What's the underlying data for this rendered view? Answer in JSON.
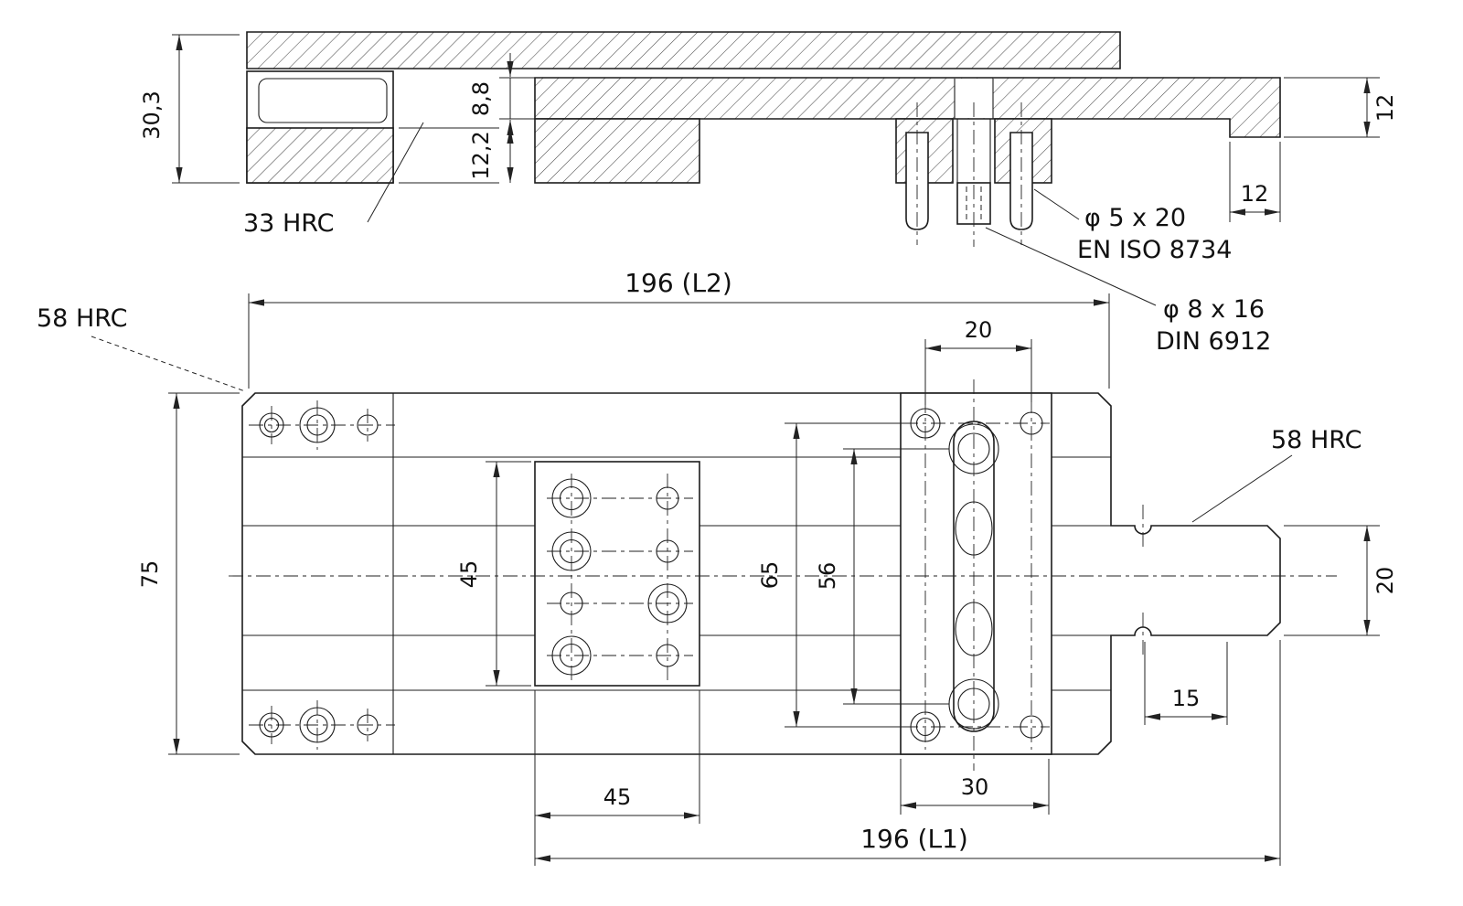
{
  "colors": {
    "line": "#1a1a1a",
    "background": "#ffffff"
  },
  "drawing": {
    "section_view": {
      "dim_overall_height": "30,3",
      "dim_plate_thickness": "8,8",
      "dim_base_thickness": "12,2",
      "dim_end_height": "12",
      "dim_end_length": "12",
      "label_hardness": "33 HRC",
      "pin_callout_size": "φ 5 x  20",
      "pin_callout_standard": "EN ISO 8734",
      "screw_callout_size": "φ  8 x 16",
      "screw_callout_standard": "DIN 6912"
    },
    "plan_view": {
      "dim_length_l2": "196 (L2)",
      "dim_hole_spacing_top": "20",
      "dim_width": "75",
      "dim_hole_field_height": "45",
      "dim_span_65": "65",
      "dim_span_56": "56",
      "dim_tongue_width": "20",
      "dim_tongue_length": "15",
      "dim_slot_spacing": "30",
      "dim_hole_field_width": "45",
      "dim_length_l1": "196 (L1)",
      "label_hardness_left": "58 HRC",
      "label_hardness_right": "58 HRC"
    }
  }
}
